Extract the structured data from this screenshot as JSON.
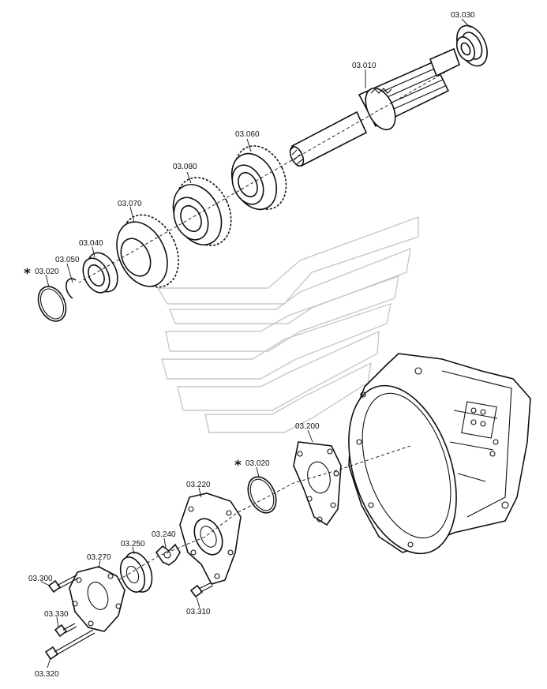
{
  "callouts": {
    "bearing_right": "03.030",
    "main_shaft": "03.010",
    "gear_060": "03.060",
    "gear_080": "03.080",
    "gear_070": "03.070",
    "bearing_left": "03.040",
    "snap_ring_small": "03.050",
    "circlip_top": "03.020",
    "gasket": "03.200",
    "oring_lower": "03.020",
    "pump_cover": "03.220",
    "rotor_inner": "03.240",
    "rotor_outer": "03.250",
    "end_plate": "03.270",
    "bolt_upper": "03.300",
    "plug_330": "03.330",
    "bolt_lower": "03.320",
    "bolt_310": "03.310"
  },
  "marker_symbol": "*",
  "colors": {
    "ink": "#111111",
    "watermark": "#c8c8c8"
  }
}
